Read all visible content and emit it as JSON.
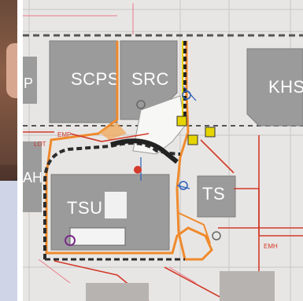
{
  "buildings": {
    "scps": "SCPS",
    "src": "SRC",
    "tsu": "TSU",
    "ts": "TS",
    "khs": "KHS"
  },
  "edge_letters": {
    "left_top": "P",
    "left_bottom": "AH"
  },
  "annotations": {
    "emf": "EMF",
    "emh": "EMH",
    "lot": "LOT"
  },
  "colors": {
    "building_fill": "#9b9b9b",
    "path_orange": "#ef8a2c",
    "path_dark": "#2c2c2c",
    "utility_red": "#d23a2a",
    "utility_blue": "#2b5fb8",
    "accent_yellow": "#e5d400",
    "background": "#e8e6e4"
  }
}
